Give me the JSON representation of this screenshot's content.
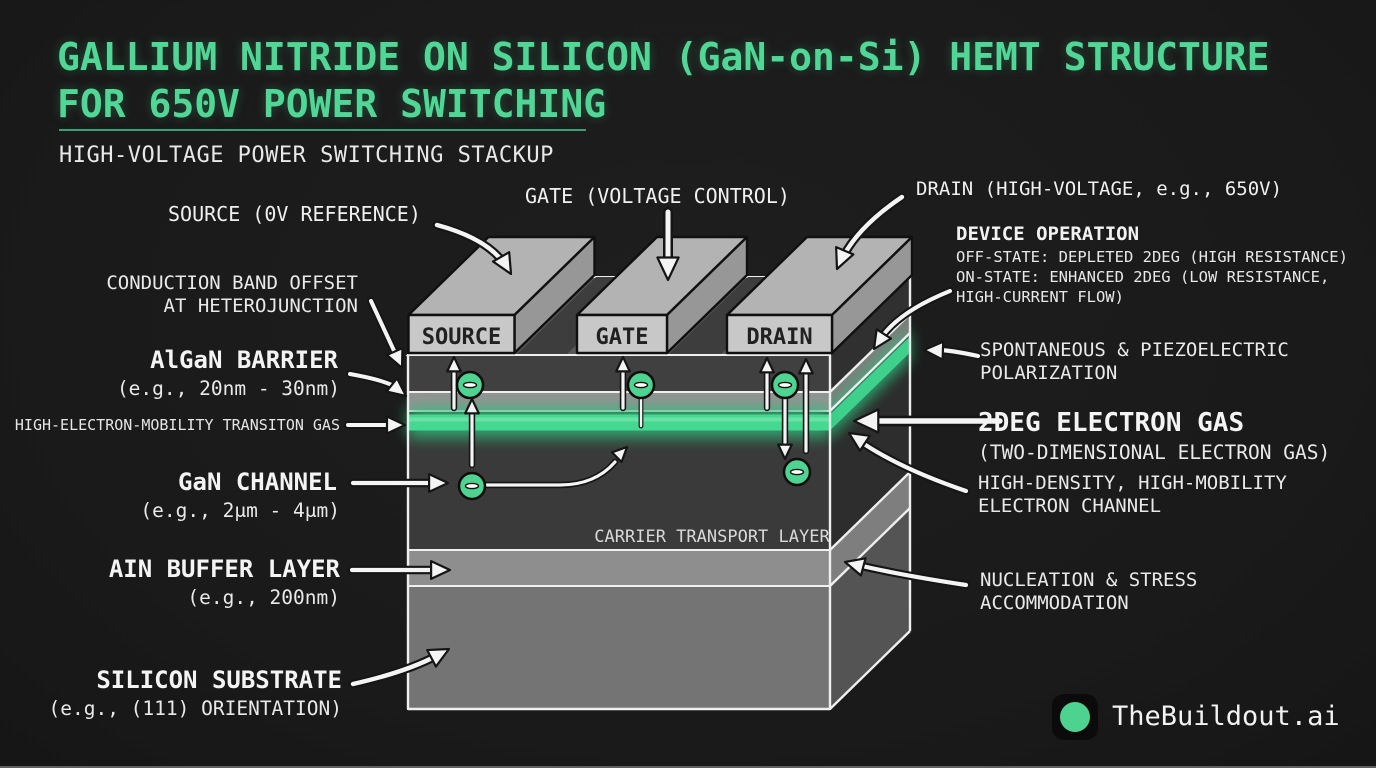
{
  "header": {
    "title_line1": "GALLIUM NITRIDE ON SILICON (GaN-on-Si) HEMT STRUCTURE",
    "title_line2": "FOR 650V POWER SWITCHING",
    "subtitle": "HIGH-VOLTAGE POWER SWITCHING STACKUP"
  },
  "top_labels": {
    "source": "SOURCE (0V REFERENCE)",
    "gate": "GATE (VOLTAGE CONTROL)",
    "drain": "DRAIN (HIGH-VOLTAGE, e.g., 650V)"
  },
  "device_operation": {
    "title": "DEVICE OPERATION",
    "lines": [
      "OFF-STATE: DEPLETED 2DEG (HIGH RESISTANCE)",
      "ON-STATE: ENHANCED 2DEG (LOW RESISTANCE,",
      "HIGH-CURRENT FLOW)"
    ]
  },
  "left_labels": {
    "conduction_band_line1": "CONDUCTION BAND OFFSET",
    "conduction_band_line2": "AT HETEROJUNCTION",
    "algan_title": "AlGaN BARRIER",
    "algan_sub": "(e.g., 20nm - 30nm)",
    "hemt_gas": "HIGH-ELECTRON-MOBILITY TRANSITON GAS",
    "gan_title": "GaN CHANNEL",
    "gan_sub": "(e.g., 2μm - 4μm)",
    "buffer_title": "AIN BUFFER LAYER",
    "buffer_sub": "(e.g., 200nm)",
    "substrate_title": "SILICON SUBSTRATE",
    "substrate_sub": "(e.g., (111) ORIENTATION)"
  },
  "right_labels": {
    "polarization_line1": "SPONTANEOUS & PIEZOELECTRIC",
    "polarization_line2": "POLARIZATION",
    "twodeg_title": "2DEG ELECTRON GAS",
    "twodeg_sub": "(TWO-DIMENSIONAL ELECTRON GAS)",
    "channel_line1": "HIGH-DENSITY, HIGH-MOBILITY",
    "channel_line2": "ELECTRON CHANNEL",
    "nucleation_line1": "NUCLEATION & STRESS",
    "nucleation_line2": "ACCOMMODATION"
  },
  "diagram": {
    "source_block": "SOURCE",
    "gate_block": "GATE",
    "drain_block": "DRAIN",
    "carrier_layer": "CARRIER TRANSPORT LAYER"
  },
  "footer": {
    "brand": "TheBuildout.ai"
  },
  "colors": {
    "accent_green": "#50d795",
    "stripe_green": "#45d891",
    "background": "#1a1a1a"
  }
}
